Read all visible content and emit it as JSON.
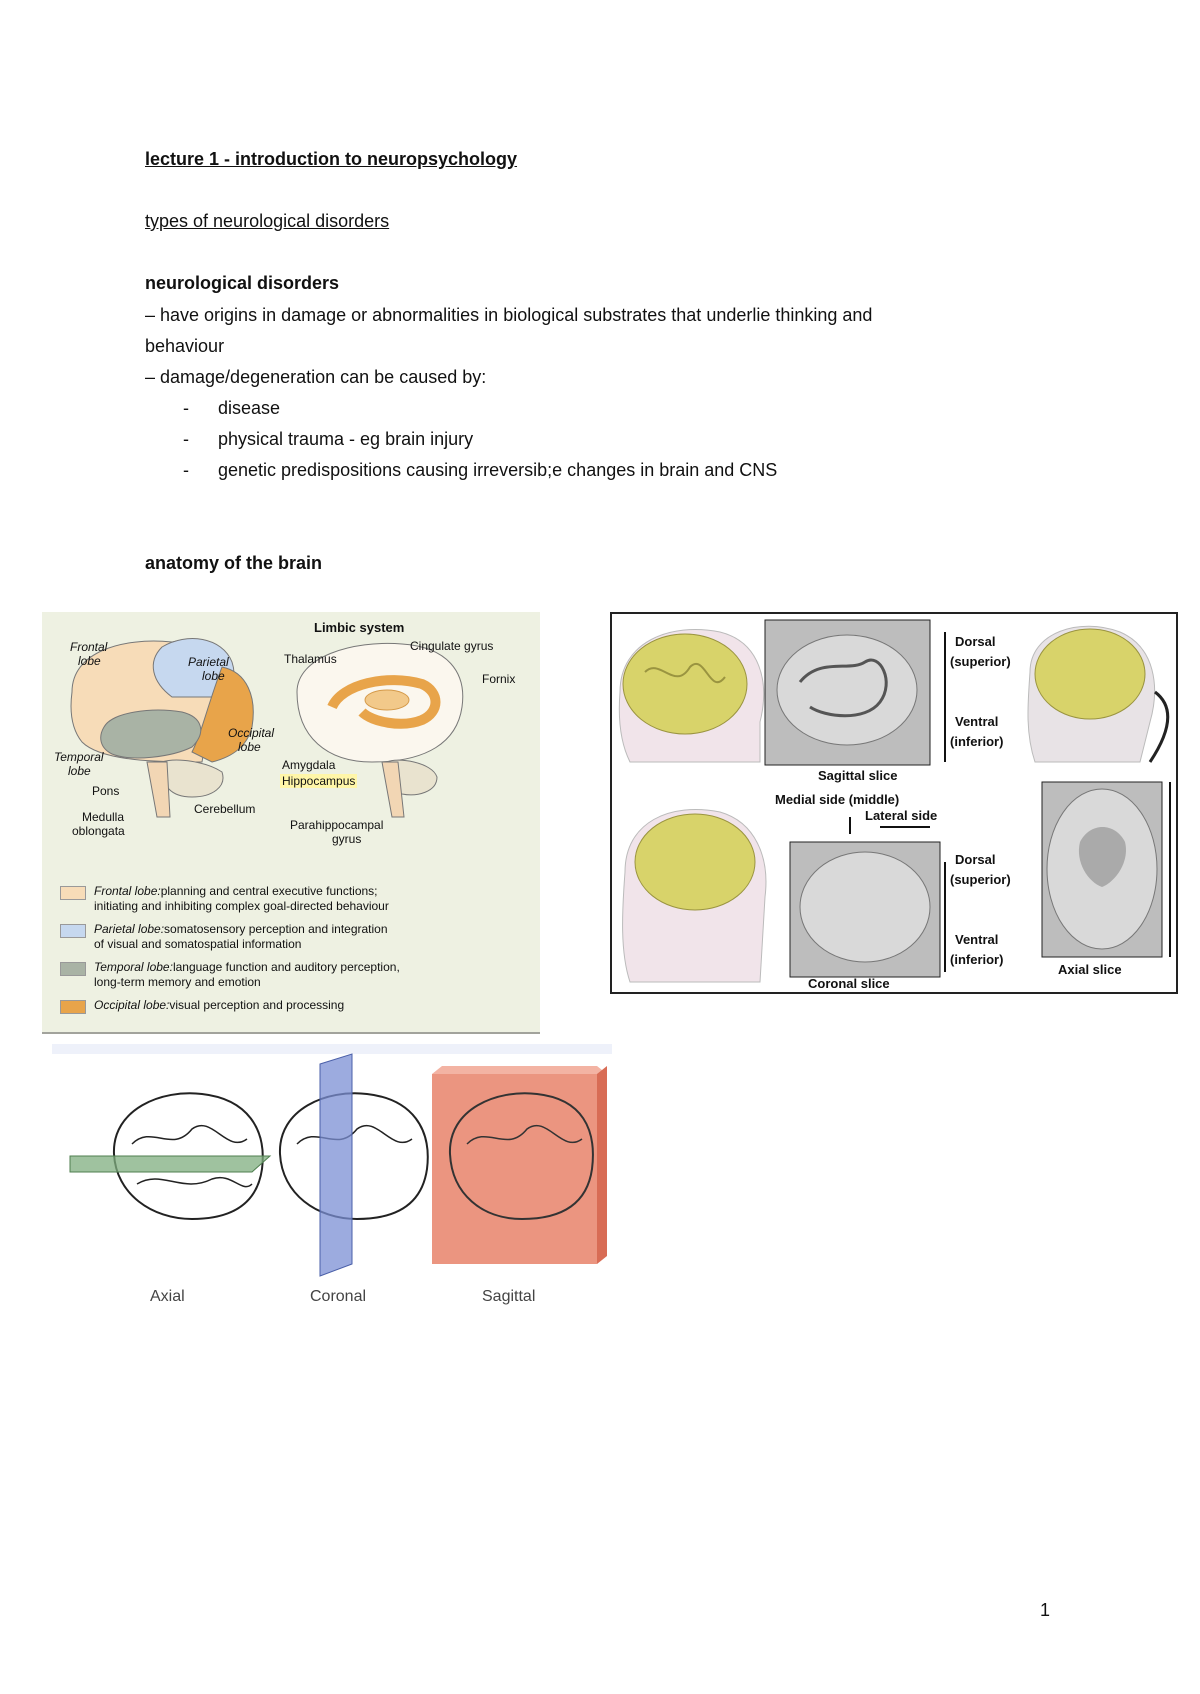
{
  "doc": {
    "title": "lecture 1 - introduction to neuropsychology",
    "subtitle": "types of neurological disorders",
    "section1": {
      "heading": "neurological disorders",
      "line1": "– have origins in damage or abnormalities in biological substrates that underlie thinking and",
      "line1b": "behaviour",
      "line2": "– damage/degeneration can be caused by:",
      "bullets": [
        "disease",
        "physical trauma - eg brain injury",
        "genetic predispositions causing irreversib;e changes in brain and CNS"
      ]
    },
    "section2": {
      "heading": "anatomy of the brain"
    },
    "page_number": "1"
  },
  "fig_lobes": {
    "limbic_title": "Limbic system",
    "labels": {
      "frontal": "Frontal",
      "frontal2": "lobe",
      "parietal": "Parietal",
      "parietal2": "lobe",
      "occipital": "Occipital",
      "occipital2": "lobe",
      "temporal": "Temporal",
      "temporal2": "lobe",
      "pons": "Pons",
      "medulla": "Medulla",
      "medulla2": "oblongata",
      "cerebellum": "Cerebellum",
      "thalamus": "Thalamus",
      "cingulate": "Cingulate gyrus",
      "fornix": "Fornix",
      "amygdala": "Amygdala",
      "hippocampus": "Hippocampus",
      "parahippo": "Parahippocampal",
      "parahippo2": "gyrus"
    },
    "legend": [
      {
        "term": "Frontal lobe:",
        "desc": "planning and central executive functions;",
        "desc2": "initiating and inhibiting  complex goal-directed behaviour",
        "color": "#f7dcb8"
      },
      {
        "term": "Parietal lobe:",
        "desc": "somatosensory perception and integration",
        "desc2": "of visual and somatospatial information",
        "color": "#c6d8ef"
      },
      {
        "term": "Temporal lobe:",
        "desc": "language function and auditory perception,",
        "desc2": "long-term memory and emotion",
        "color": "#a9b3a5"
      },
      {
        "term": "Occipital lobe:",
        "desc": "visual perception and processing",
        "desc2": "",
        "color": "#e8a44a"
      }
    ]
  },
  "fig_mri": {
    "sagittal": "Sagittal slice",
    "medial": "Medial side (middle)",
    "lateral": "Lateral side",
    "coronal": "Coronal slice",
    "axial": "Axial slice",
    "dorsal": "Dorsal",
    "superior": "(superior)",
    "ventral": "Ventral",
    "inferior": "(inferior)"
  },
  "fig_planes": {
    "axial": "Axial",
    "coronal": "Coronal",
    "sagittal": "Sagittal"
  },
  "colors": {
    "lobes_bg": "#eef1e2",
    "brain_yellow": "#d8d36a",
    "axial_plane": "#7fae7f",
    "coronal_plane": "#7b8fd4",
    "sagittal_plane": "#e8826a"
  }
}
